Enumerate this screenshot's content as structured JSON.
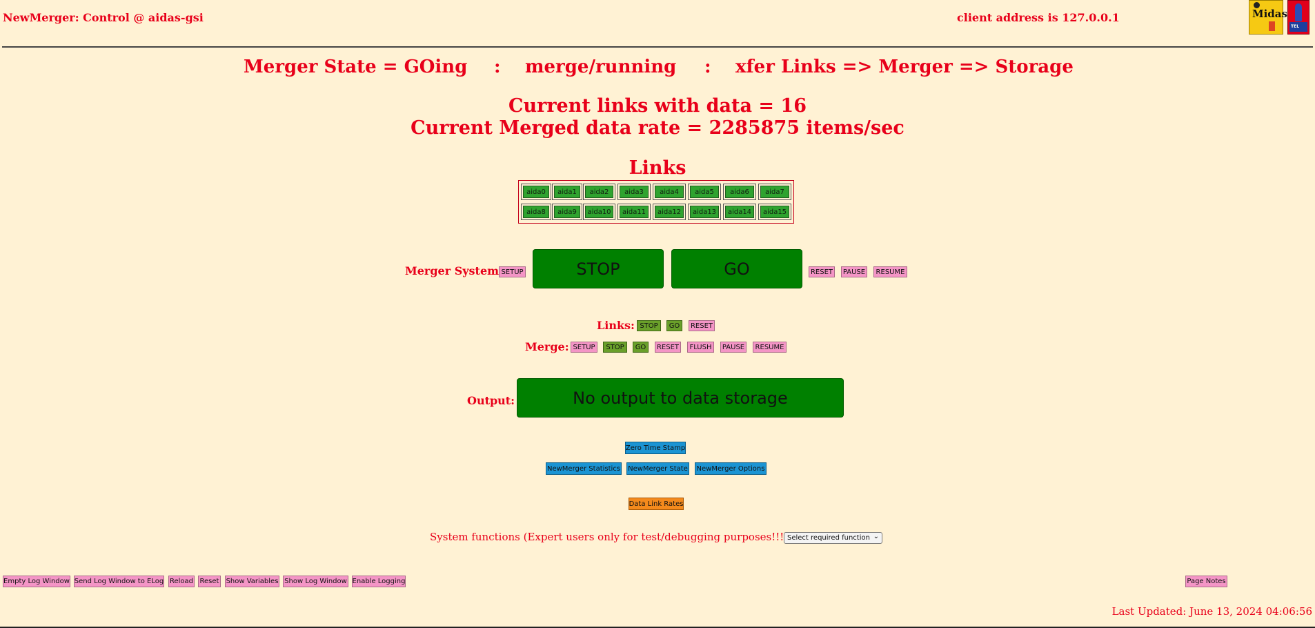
{
  "header": {
    "title": "NewMerger: Control @ aidas-gsi",
    "client_address": "client address is 127.0.0.1"
  },
  "state": {
    "part1": "Merger State = GOing",
    "sep1": ":",
    "part2": "merge/running",
    "sep2": ":",
    "part3": "xfer Links => Merger => Storage"
  },
  "summary": {
    "links_with_data": "Current links with data = 16",
    "merged_rate": "Current Merged data rate = 2285875 items/sec"
  },
  "links": {
    "heading": "Links",
    "items": [
      "aida0",
      "aida1",
      "aida2",
      "aida3",
      "aida4",
      "aida5",
      "aida6",
      "aida7",
      "aida8",
      "aida9",
      "aida10",
      "aida11",
      "aida12",
      "aida13",
      "aida14",
      "aida15"
    ]
  },
  "merger_system": {
    "label": "Merger System:",
    "setup": "SETUP",
    "stop": "STOP",
    "go": "GO",
    "reset": "RESET",
    "pause": "PAUSE",
    "resume": "RESUME"
  },
  "links_controls": {
    "label": "Links:",
    "stop": "STOP",
    "go": "GO",
    "reset": "RESET"
  },
  "merge_controls": {
    "label": "Merge:",
    "setup": "SETUP",
    "stop": "STOP",
    "go": "GO",
    "reset": "RESET",
    "flush": "FLUSH",
    "pause": "PAUSE",
    "resume": "RESUME"
  },
  "output": {
    "label": "Output:",
    "status": "No output to data storage"
  },
  "tools": {
    "zero_time_stamp": "Zero Time Stamp",
    "statistics": "NewMerger Statistics",
    "state": "NewMerger State",
    "options": "NewMerger Options",
    "data_link_rates": "Data Link Rates"
  },
  "system_functions": {
    "label": "System functions (Expert users only for test/debugging purposes!!!)",
    "select_value": "Select required function"
  },
  "footer": {
    "empty_log": "Empty Log Window",
    "send_log": "Send Log Window to ELog",
    "reload": "Reload",
    "reset": "Reset",
    "show_variables": "Show Variables",
    "show_log": "Show Log Window",
    "enable_logging": "Enable Logging",
    "page_notes": "Page Notes",
    "last_updated": "Last Updated: June 13, 2024 04:06:56"
  },
  "logos": {
    "midas": "Midas",
    "tel": "TEL"
  },
  "colors": {
    "background": "#fff2d4",
    "text_red": "#e8001a",
    "go_green": "#008000",
    "link_green": "#2fa32f",
    "button_pink": "#f495c6",
    "button_blue": "#1b94d3",
    "button_orange": "#f48a1c"
  }
}
